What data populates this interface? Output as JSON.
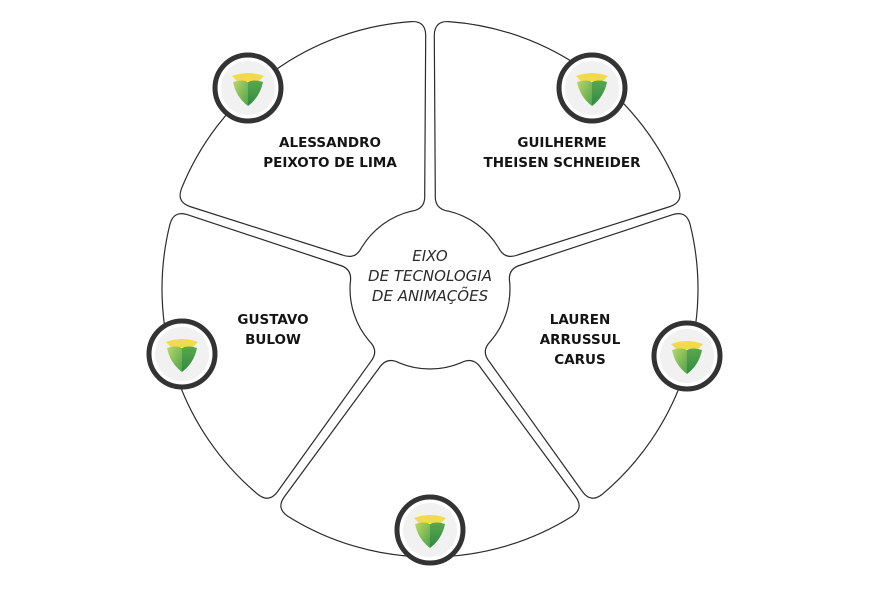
{
  "center": {
    "lines": [
      "EIXO",
      "DE TECNOLOGIA",
      "DE ANIMAÇÕES"
    ]
  },
  "segments": [
    {
      "name_lines": [
        "ALESSANDRO",
        "PEIXOTO DE LIMA"
      ]
    },
    {
      "name_lines": [
        "GUILHERME",
        "THEISEN SCHNEIDER"
      ]
    },
    {
      "name_lines": [
        "LAUREN",
        "ARRUSSUL",
        "CARUS"
      ]
    },
    {
      "name_lines": [
        "",
        ""
      ]
    },
    {
      "name_lines": [
        "GUSTAVO",
        "BULOW"
      ]
    }
  ],
  "colors": {
    "outline": "#2b2b2b",
    "badge_ring": "#333333",
    "badge_fill": "#f1f1f1",
    "logo_yellow": "#f1da4c",
    "logo_green_light": "#9cc75a",
    "logo_green_dark": "#3f9a46"
  },
  "icons": {
    "badge": "shield-logo-icon"
  }
}
